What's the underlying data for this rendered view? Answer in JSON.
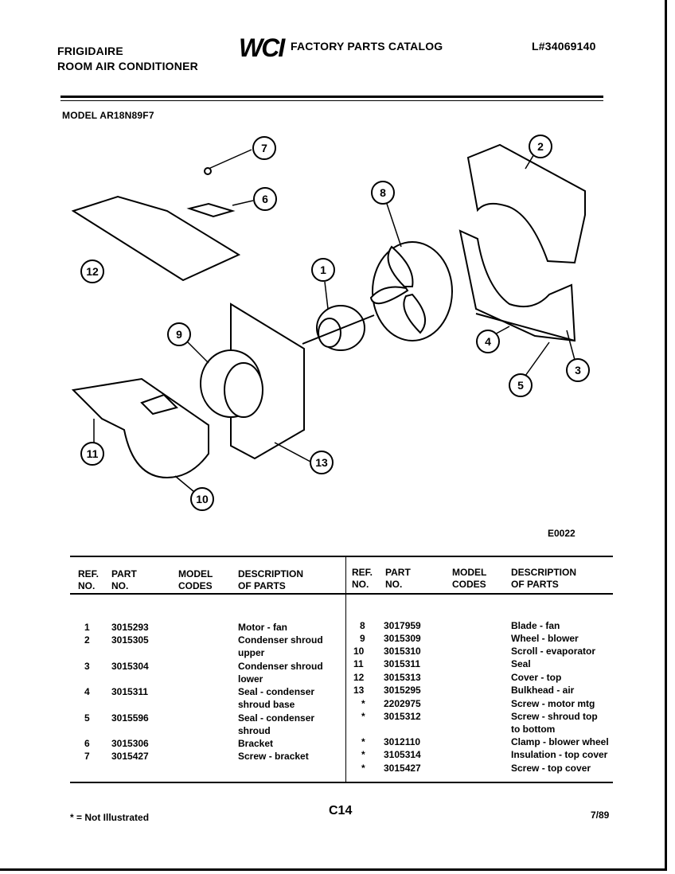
{
  "header": {
    "brand_line1": "FRIGIDAIRE",
    "brand_line2": "ROOM AIR CONDITIONER",
    "logo": "WCI",
    "catalog_title": "FACTORY PARTS CATALOG",
    "doc_number": "L#34069140"
  },
  "model_line": "MODEL AR18N89F7",
  "diagram": {
    "callouts": [
      "1",
      "2",
      "3",
      "4",
      "5",
      "6",
      "7",
      "8",
      "9",
      "10",
      "11",
      "12",
      "13"
    ],
    "figure_code": "E0022"
  },
  "table": {
    "headers": {
      "ref": [
        "REF.",
        "NO."
      ],
      "part": [
        "PART",
        "NO."
      ],
      "model": [
        "MODEL",
        "CODES"
      ],
      "desc": [
        "DESCRIPTION",
        "OF PARTS"
      ]
    },
    "left_rows": [
      {
        "ref": "1",
        "part": "3015293",
        "desc": [
          "Motor - fan"
        ]
      },
      {
        "ref": "2",
        "part": "3015305",
        "desc": [
          "Condenser shroud",
          "upper"
        ]
      },
      {
        "ref": "3",
        "part": "3015304",
        "desc": [
          "Condenser shroud",
          "lower"
        ]
      },
      {
        "ref": "4",
        "part": "3015311",
        "desc": [
          "Seal - condenser",
          "shroud base"
        ]
      },
      {
        "ref": "5",
        "part": "3015596",
        "desc": [
          "Seal - condenser",
          "shroud"
        ]
      },
      {
        "ref": "6",
        "part": "3015306",
        "desc": [
          "Bracket"
        ]
      },
      {
        "ref": "7",
        "part": "3015427",
        "desc": [
          "Screw - bracket"
        ]
      }
    ],
    "right_rows": [
      {
        "ref": "8",
        "part": "3017959",
        "desc": [
          "Blade - fan"
        ]
      },
      {
        "ref": "9",
        "part": "3015309",
        "desc": [
          "Wheel - blower"
        ]
      },
      {
        "ref": "10",
        "part": "3015310",
        "desc": [
          "Scroll - evaporator"
        ]
      },
      {
        "ref": "11",
        "part": "3015311",
        "desc": [
          "Seal"
        ]
      },
      {
        "ref": "12",
        "part": "3015313",
        "desc": [
          "Cover - top"
        ]
      },
      {
        "ref": "13",
        "part": "3015295",
        "desc": [
          "Bulkhead - air"
        ]
      },
      {
        "ref": "*",
        "part": "2202975",
        "desc": [
          "Screw - motor mtg"
        ]
      },
      {
        "ref": "*",
        "part": "3015312",
        "desc": [
          "Screw - shroud top",
          "to bottom"
        ]
      },
      {
        "ref": "*",
        "part": "3012110",
        "desc": [
          "Clamp - blower wheel"
        ]
      },
      {
        "ref": "*",
        "part": "3105314",
        "desc": [
          "Insulation - top cover"
        ]
      },
      {
        "ref": "*",
        "part": "3015427",
        "desc": [
          "Screw - top cover"
        ]
      }
    ]
  },
  "footer": {
    "footnote": "* = Not Illustrated",
    "page_code": "C14",
    "date_code": "7/89"
  }
}
